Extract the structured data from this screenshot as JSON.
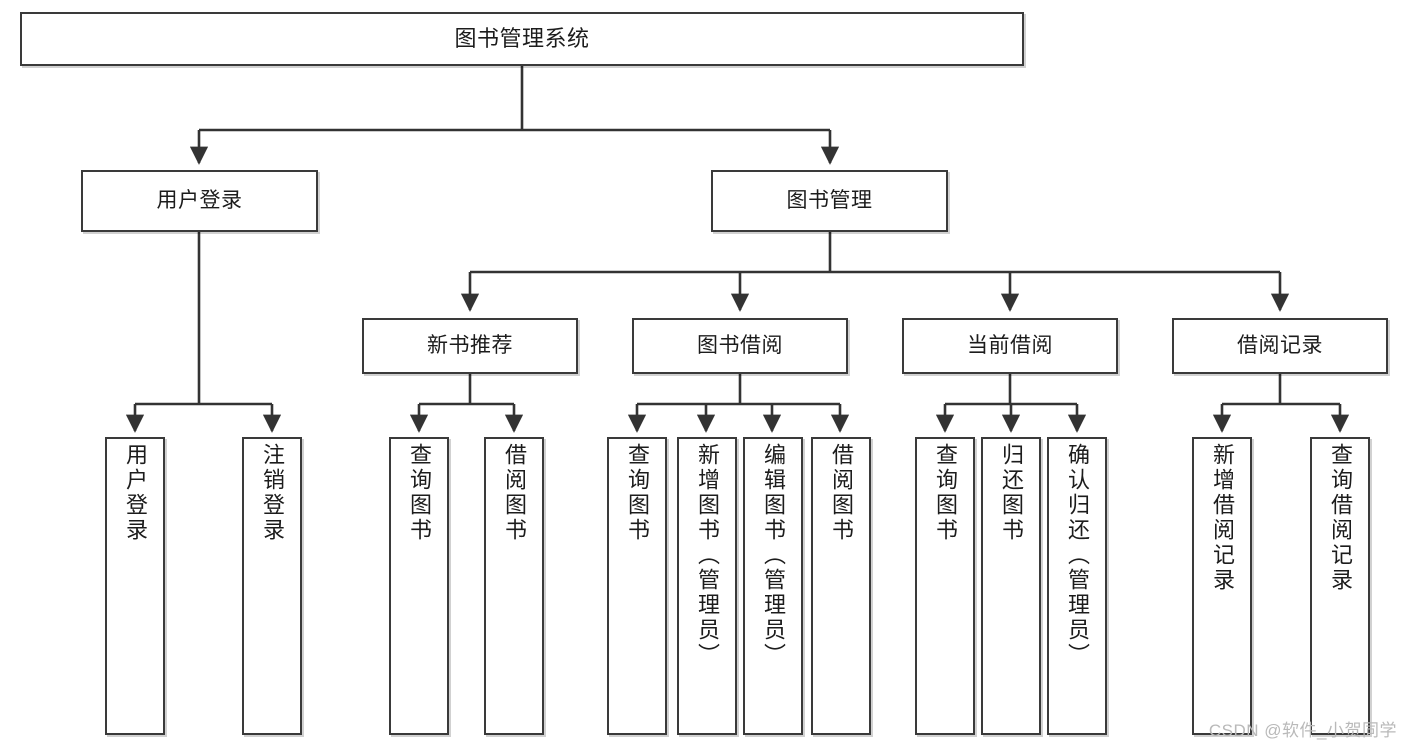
{
  "diagram": {
    "type": "tree-hierarchy-flowchart",
    "title": "图书管理系统",
    "levels": 4,
    "colors": {
      "box_border": "#3a3a3a",
      "box_fill": "#ffffff",
      "edge": "#333333",
      "text": "#1c1c1c",
      "watermark": "#b9b9b9"
    },
    "nodes": {
      "root": {
        "id": "root",
        "label": "图书管理系统",
        "level": 1
      },
      "level2": [
        {
          "id": "user-login",
          "label": "用户登录",
          "level": 2
        },
        {
          "id": "book-manage",
          "label": "图书管理",
          "level": 2
        }
      ],
      "level3": [
        {
          "id": "new-book-recommend",
          "label": "新书推荐",
          "level": 3,
          "parent": "book-manage"
        },
        {
          "id": "book-borrow",
          "label": "图书借阅",
          "level": 3,
          "parent": "book-manage"
        },
        {
          "id": "current-borrow",
          "label": "当前借阅",
          "level": 3,
          "parent": "book-manage"
        },
        {
          "id": "borrow-record",
          "label": "借阅记录",
          "level": 3,
          "parent": "book-manage"
        }
      ],
      "leaves": [
        {
          "id": "leaf-user-login",
          "label": "用户登录",
          "parent": "user-login"
        },
        {
          "id": "leaf-logout-login",
          "label": "注销登录",
          "parent": "user-login"
        },
        {
          "id": "leaf-query-book-1",
          "label": "查询图书",
          "parent": "new-book-recommend"
        },
        {
          "id": "leaf-borrow-book-1",
          "label": "借阅图书",
          "parent": "new-book-recommend"
        },
        {
          "id": "leaf-query-book-2",
          "label": "查询图书",
          "parent": "book-borrow"
        },
        {
          "id": "leaf-add-book",
          "label": "新增图书（管理员）",
          "parent": "book-borrow"
        },
        {
          "id": "leaf-edit-book",
          "label": "编辑图书（管理员）",
          "parent": "book-borrow"
        },
        {
          "id": "leaf-borrow-book-2",
          "label": "借阅图书",
          "parent": "book-borrow"
        },
        {
          "id": "leaf-query-book-3",
          "label": "查询图书",
          "parent": "current-borrow"
        },
        {
          "id": "leaf-return-book",
          "label": "归还图书",
          "parent": "current-borrow"
        },
        {
          "id": "leaf-confirm-return",
          "label": "确认归还（管理员）",
          "parent": "current-borrow"
        },
        {
          "id": "leaf-add-record",
          "label": "新增借阅记录",
          "parent": "borrow-record"
        },
        {
          "id": "leaf-query-record",
          "label": "查询借阅记录",
          "parent": "borrow-record"
        }
      ]
    }
  },
  "watermark": {
    "text": "CSDN @软件_小贺同学"
  }
}
